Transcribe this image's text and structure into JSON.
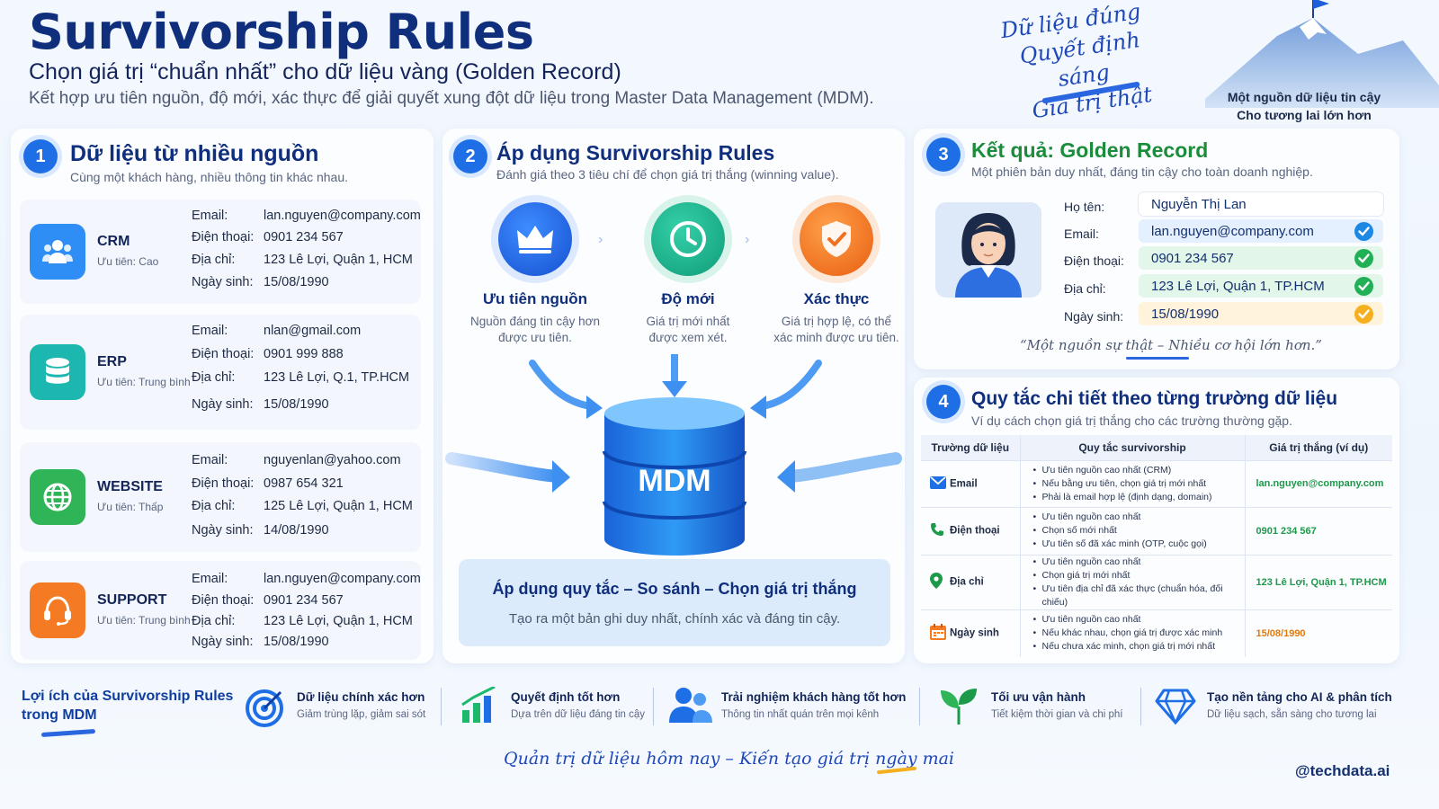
{
  "header": {
    "title": "Survivorship Rules",
    "subtitle": "Chọn giá trị “chuẩn nhất” cho dữ liệu vàng (Golden Record)",
    "description": "Kết hợp ưu tiên nguồn, độ mới, xác thực để giải quyết xung đột dữ liệu trong Master Data Management (MDM).",
    "slogan": [
      "Dữ liệu đúng",
      "Quyết định sáng",
      "Giá trị thật"
    ],
    "trust_line1": "Một nguồn dữ liệu tin cậy",
    "trust_line2": "Cho tương lai lớn hơn"
  },
  "section1": {
    "number": "1",
    "title": "Dữ liệu từ nhiều nguồn",
    "subtitle": "Cùng một khách hàng, nhiều thông tin khác nhau.",
    "labels": {
      "email": "Email:",
      "phone": "Điện thoại:",
      "address": "Địa chỉ:",
      "dob": "Ngày sinh:"
    },
    "sources": [
      {
        "name": "CRM",
        "priority": "Ưu tiên: Cao",
        "color": "#2f8ef5",
        "icon": "users-icon",
        "email": "lan.nguyen@company.com",
        "phone": "0901 234 567",
        "address": "123 Lê Lợi, Quận 1, HCM",
        "dob": "15/08/1990"
      },
      {
        "name": "ERP",
        "priority": "Ưu tiên: Trung bình",
        "color": "#1cb8b0",
        "icon": "database-icon",
        "email": "nlan@gmail.com",
        "phone": "0901 999 888",
        "address": "123 Lê Lợi, Q.1, TP.HCM",
        "dob": "15/08/1990"
      },
      {
        "name": "WEBSITE",
        "priority": "Ưu tiên: Thấp",
        "color": "#2fb457",
        "icon": "globe-icon",
        "email": "nguyenlan@yahoo.com",
        "phone": "0987 654 321",
        "address": "125 Lê Lợi, Quận 1, HCM",
        "dob": "14/08/1990"
      },
      {
        "name": "SUPPORT",
        "priority": "Ưu tiên: Trung bình",
        "color": "#f47a24",
        "icon": "headset-icon",
        "email": "lan.nguyen@company.com",
        "phone": "0901 234 567",
        "address": "123 Lê Lợi, Quận 1, HCM",
        "dob": "15/08/1990"
      }
    ]
  },
  "section2": {
    "number": "2",
    "title": "Áp dụng Survivorship Rules",
    "subtitle": "Đánh giá theo 3 tiêu chí để chọn giá trị thắng (winning value).",
    "criteria": [
      {
        "title": "Ưu tiên nguồn",
        "desc1": "Nguồn đáng tin cậy hơn",
        "desc2": "được ưu tiên.",
        "icon": "crown-icon",
        "color": "#1e6fe6"
      },
      {
        "title": "Độ mới",
        "desc1": "Giá trị mới nhất",
        "desc2": "được xem xét.",
        "icon": "clock-icon",
        "color": "#17b08e"
      },
      {
        "title": "Xác thực",
        "desc1": "Giá trị hợp lệ, có thể",
        "desc2": "xác minh được ưu tiên.",
        "icon": "shield-check-icon",
        "color": "#f47a24"
      }
    ],
    "mdm_label": "MDM",
    "apply_title": "Áp dụng quy tắc – So sánh – Chọn giá trị thắng",
    "apply_sub": "Tạo ra một bản ghi duy nhất, chính xác và đáng tin cậy."
  },
  "section3": {
    "number": "3",
    "title": "Kết quả: Golden Record",
    "subtitle": "Một phiên bản duy nhất, đáng tin cậy cho toàn doanh nghiệp.",
    "fields": [
      {
        "label": "Họ tên:",
        "value": "Nguyễn Thị Lan",
        "bg": "#ffffff",
        "check": ""
      },
      {
        "label": "Email:",
        "value": "lan.nguyen@company.com",
        "bg": "#e4f0ff",
        "check": "#1e88e5"
      },
      {
        "label": "Điện thoại:",
        "value": "0901 234 567",
        "bg": "#e3f6ea",
        "check": "#22b057"
      },
      {
        "label": "Địa chỉ:",
        "value": "123 Lê Lợi, Quận 1, TP.HCM",
        "bg": "#e3f6ea",
        "check": "#22b057"
      },
      {
        "label": "Ngày sinh:",
        "value": "15/08/1990",
        "bg": "#fff3dc",
        "check": "#f5b021"
      }
    ],
    "quote": "“Một nguồn sự thật – Nhiều cơ hội lớn hơn.”"
  },
  "section4": {
    "number": "4",
    "title": "Quy tắc chi tiết theo từng trường dữ liệu",
    "subtitle": "Ví dụ cách chọn giá trị thắng cho các trường thường gặp.",
    "headers": [
      "Trường dữ liệu",
      "Quy tắc survivorship",
      "Giá trị thắng (ví dụ)"
    ],
    "rows": [
      {
        "field": "Email",
        "icon": "mail-icon",
        "rules": [
          "Ưu tiên nguồn cao nhất (CRM)",
          "Nếu bằng ưu tiên, chọn giá trị mới nhất",
          "Phải là email hợp lệ (định dạng, domain)"
        ],
        "winner": "lan.nguyen@company.com",
        "color": "#1c9a4a"
      },
      {
        "field": "Điện thoại",
        "icon": "phone-icon",
        "rules": [
          "Ưu tiên nguồn cao nhất",
          "Chọn số mới nhất",
          "Ưu tiên số đã xác minh (OTP, cuộc gọi)"
        ],
        "winner": "0901 234 567",
        "color": "#1c9a4a"
      },
      {
        "field": "Địa chỉ",
        "icon": "location-icon",
        "rules": [
          "Ưu tiên nguồn cao nhất",
          "Chọn giá trị mới nhất",
          "Ưu tiên địa chỉ đã xác thực (chuẩn hóa, đối chiếu)"
        ],
        "winner": "123 Lê Lợi, Quận 1, TP.HCM",
        "color": "#1c9a4a"
      },
      {
        "field": "Ngày sinh",
        "icon": "calendar-icon",
        "rules": [
          "Ưu tiên nguồn cao nhất",
          "Nếu khác nhau, chọn giá trị được xác minh",
          "Nếu chưa xác minh, chọn giá trị mới nhất"
        ],
        "winner": "15/08/1990",
        "color": "#e07a10"
      }
    ]
  },
  "benefits": {
    "heading_line1": "Lợi ích của Survivorship Rules",
    "heading_line2": "trong MDM",
    "items": [
      {
        "title": "Dữ liệu chính xác hơn",
        "sub": "Giảm trùng lặp, giảm sai sót",
        "icon": "target-icon"
      },
      {
        "title": "Quyết định tốt hơn",
        "sub": "Dựa trên dữ liệu đáng tin cậy",
        "icon": "bar-chart-icon"
      },
      {
        "title": "Trải nghiệm khách hàng tốt hơn",
        "sub": "Thông tin nhất quán trên mọi kênh",
        "icon": "people-icon"
      },
      {
        "title": "Tối ưu vận hành",
        "sub": "Tiết kiệm thời gian và chi phí",
        "icon": "leaf-icon"
      },
      {
        "title": "Tạo nền tảng cho AI & phân tích",
        "sub": "Dữ liệu sạch, sẵn sàng cho tương lai",
        "icon": "diamond-icon"
      }
    ]
  },
  "footer": {
    "slogan": "Quản trị dữ liệu hôm nay – Kiến tạo giá trị ngày mai",
    "handle": "@techdata.ai"
  }
}
